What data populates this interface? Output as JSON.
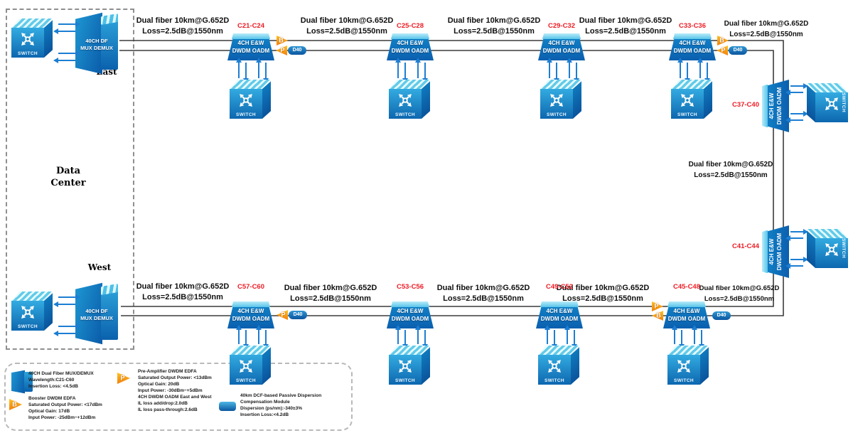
{
  "labels": {
    "switch": "SWITCH",
    "oadm_line1": "4CH E&W",
    "oadm_line2": "DWDM OADM",
    "mux_line1": "40CH DF",
    "mux_line2": "MUX DEMUX",
    "booster_letter": "B",
    "preamp_letter": "P",
    "dcm_badge": "D40"
  },
  "data_center": {
    "name_line1": "Data",
    "name_line2": "Center",
    "east_label": "East",
    "west_label": "West"
  },
  "fiber_span": {
    "line1": "Dual fiber 10km@G.652D",
    "line2": "Loss=2.5dB@1550nm"
  },
  "channel_groups": [
    "C21-C24",
    "C25-C28",
    "C29-C32",
    "C33-C36",
    "C37-C40",
    "C41-C44",
    "C45-C48",
    "C49-C52",
    "C53-C56",
    "C57-C60"
  ],
  "legend": {
    "items": [
      {
        "name": "mux-demux",
        "lines": [
          "40CH Dual Fiber MUX/DEMUX",
          "Wavelength:C21-C60",
          "Insertion Loss: <4.5dB"
        ]
      },
      {
        "name": "booster-edfa",
        "letter": "B",
        "lines": [
          "Booster DWDM EDFA",
          "Saturated Output Power: <17dBm",
          "Optical Gain: 17dB",
          "Input Power: -25dBm~+12dBm"
        ]
      },
      {
        "name": "preamp-edfa",
        "letter": "P",
        "lines": [
          "Pre-Amplifier DWDM EDFA",
          "Saturated Output Power: <13dBm",
          "Optical Gain: 20dB",
          "Input Power: -30dBm~+5dBm"
        ]
      },
      {
        "name": "oadm",
        "lines": [
          "4CH DWDM OADM East and West",
          "IL loss add/drop:2.0dB",
          "IL loss pass-through:2.6dB"
        ]
      },
      {
        "name": "dispersion-module",
        "lines": [
          "40km DCF-based Passive Dispersion",
          "Compensation Module",
          "Dispersion (ps/nm):-340±3%",
          "Insertion Loss:<4.2dB"
        ]
      }
    ]
  },
  "colors": {
    "channel_label_red": "#ed1c24",
    "fiber_line": "#3c3c3c",
    "arrow_blue": "#1c7ed2",
    "amplifier_orange": "#f7941e",
    "node_blue": "#0d67af",
    "badge_blue": "#0a569f"
  }
}
